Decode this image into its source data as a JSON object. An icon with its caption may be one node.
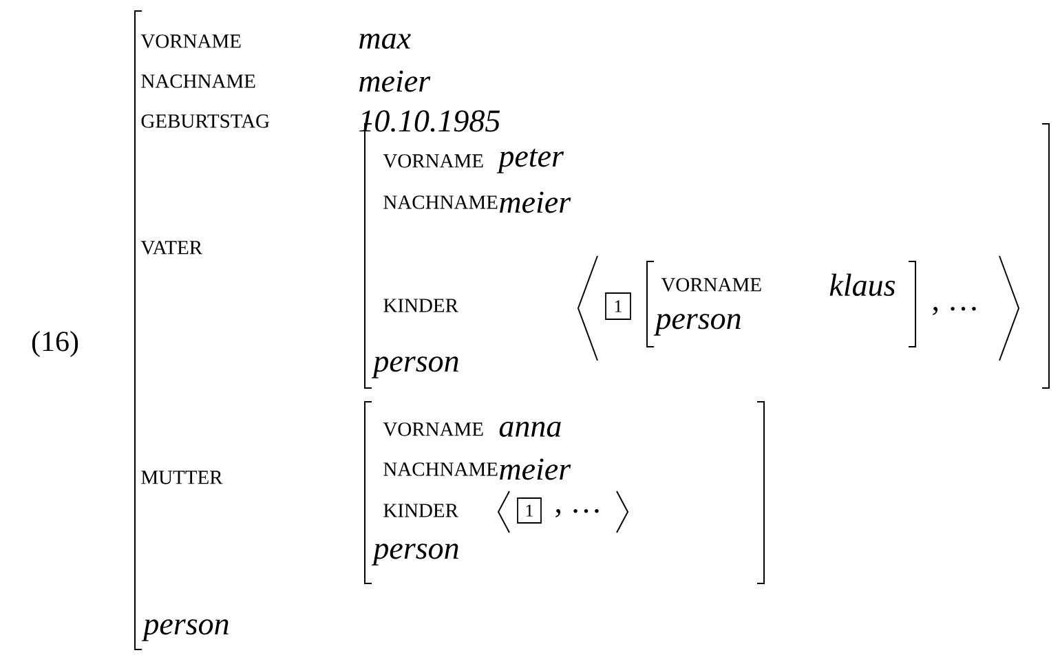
{
  "diagram": {
    "nodes": [
      {
        "text": [
          "VORNAME",
          "max",
          "NACHNAME",
          "meier",
          "GEBURTSTAG",
          "10.10.1985",
          "VATER",
          "MUTTER",
          "person"
        ]
      },
      {
        "text": [
          "VORNAME",
          "peter",
          "NACHNAME",
          "meier",
          "KINDER",
          "person"
        ],
        "in": 0
      },
      {
        "text": [
          "1"
        ],
        "in": 1
      },
      {
        "text": [
          "VORNAME",
          "klaus",
          "person"
        ],
        "in": 1
      },
      {
        "text": [
          "VORNAME",
          "anna",
          "NACHNAME",
          "meier",
          "KINDER",
          "person"
        ],
        "in": 0
      },
      {
        "text": [
          "1"
        ],
        "in": 4
      }
    ],
    "labels": [
      "(16)",
      ", …",
      ", …"
    ]
  }
}
